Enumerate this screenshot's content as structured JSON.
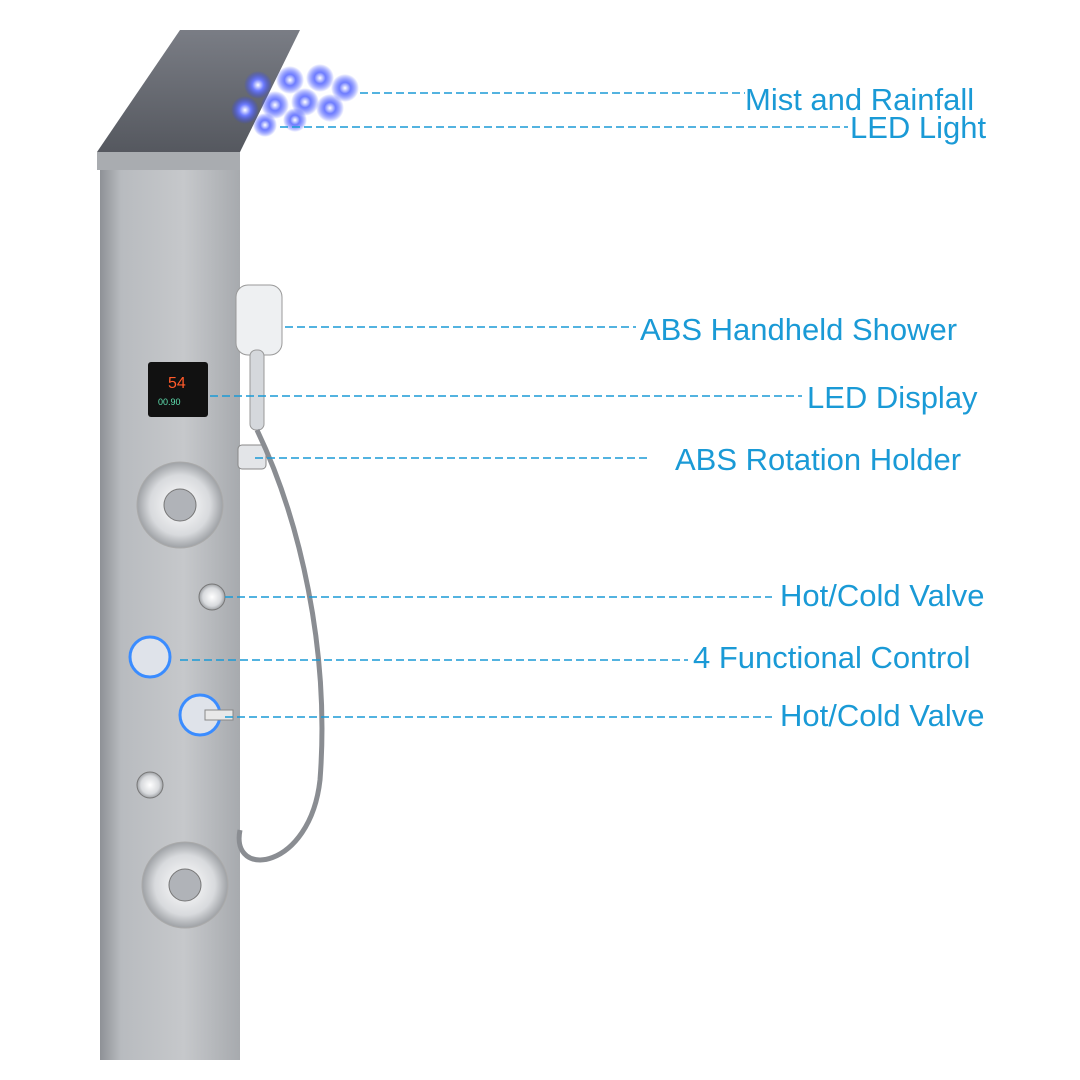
{
  "labels": {
    "mist": "Mist and Rainfall",
    "led_light": "LED Light",
    "handheld": "ABS Handheld Shower",
    "led_display": "LED Display",
    "holder": "ABS Rotation Holder",
    "valve_top": "Hot/Cold Valve",
    "control": "4 Functional Control",
    "valve_bottom": "Hot/Cold Valve"
  },
  "display": {
    "temp": "54",
    "reading": "00.90"
  },
  "colors": {
    "label": "#1a9ad6",
    "panel": "#b9bcc0",
    "led": "#3a4cff"
  }
}
